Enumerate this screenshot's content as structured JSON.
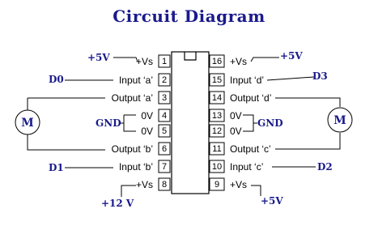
{
  "title": "Circuit Diagram",
  "chip": {
    "left_pins": [
      {
        "num": "1",
        "label": "+Vs"
      },
      {
        "num": "2",
        "label": "Input ‘a’"
      },
      {
        "num": "3",
        "label": "Output ‘a’"
      },
      {
        "num": "4",
        "label": "0V"
      },
      {
        "num": "5",
        "label": "0V"
      },
      {
        "num": "6",
        "label": "Output ‘b’"
      },
      {
        "num": "7",
        "label": "Input ‘b’"
      },
      {
        "num": "8",
        "label": "+Vs"
      }
    ],
    "right_pins": [
      {
        "num": "16",
        "label": "+Vs"
      },
      {
        "num": "15",
        "label": "Input ‘d’"
      },
      {
        "num": "14",
        "label": "Output ‘d’"
      },
      {
        "num": "13",
        "label": "0V"
      },
      {
        "num": "12",
        "label": "0V"
      },
      {
        "num": "11",
        "label": "Output ‘c’"
      },
      {
        "num": "10",
        "label": "Input ‘c’"
      },
      {
        "num": "9",
        "label": "+Vs"
      }
    ]
  },
  "external": {
    "plus5v_top_left": "+5V",
    "plus5v_top_right": "+5V",
    "d0": "D0",
    "d1": "D1",
    "d2": "D2",
    "d3": "D3",
    "gnd_left": "GND",
    "gnd_right": "GND",
    "plus12v": "+12 V",
    "plus5v_bottom_right": "+5V"
  },
  "motors": {
    "left": "M",
    "right": "M"
  },
  "colors": {
    "text_accent": "#1a1a8c",
    "ink": "#000000"
  }
}
